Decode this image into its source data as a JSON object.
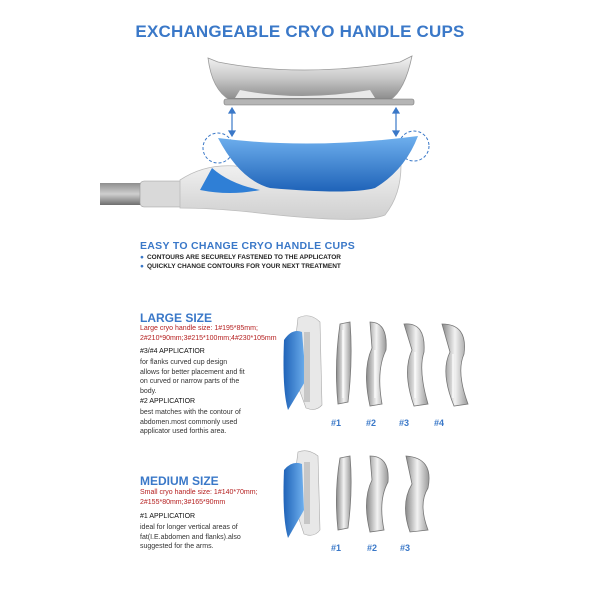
{
  "header": {
    "title": "EXCHANGEABLE CRYO HANDLE CUPS"
  },
  "easy": {
    "title": "EASY TO CHANGE CRYO HANDLE CUPS",
    "bullets": [
      "CONTOURS ARE SECURELY FASTENED TO THE APPLICATOR",
      "QUICKLY CHANGE CONTOURS FOR YOUR NEXT TREATMENT"
    ]
  },
  "large": {
    "title": "LARGE SIZE",
    "size_line1": "Large cryo handle size: 1#195*85mm;",
    "size_line2": "2#210*90mm;3#215*100mm;4#230*105mm",
    "app34_title": "#3/#4 APPLICATIOR",
    "app34_lines": [
      "for flanks curved cup design",
      "allows for better placement and fit",
      "on curved or narrow parts of the",
      "body."
    ],
    "app2_title": "#2 APPLICATIOR",
    "app2_lines": [
      "best matches with the contour of",
      "abdomen.most commonly used",
      "applicator used forthis area."
    ],
    "labels": [
      "#1",
      "#2",
      "#3",
      "#4"
    ]
  },
  "medium": {
    "title": "MEDIUM SIZE",
    "size_line1": "Small cryo handle size: 1#140*70mm;",
    "size_line2": "2#155*80mm;3#165*90mm",
    "app1_title": "#1 APPLICATIOR",
    "app1_lines": [
      "ideal for longer vertical areas of",
      "fat(I.E.abdomen and flanks).also",
      "suggested for the arms."
    ],
    "labels": [
      "#1",
      "#2",
      "#3"
    ]
  },
  "colors": {
    "accent": "#3a78c8",
    "red_text": "#b52020",
    "handle_blue": "#2f7fd6"
  }
}
